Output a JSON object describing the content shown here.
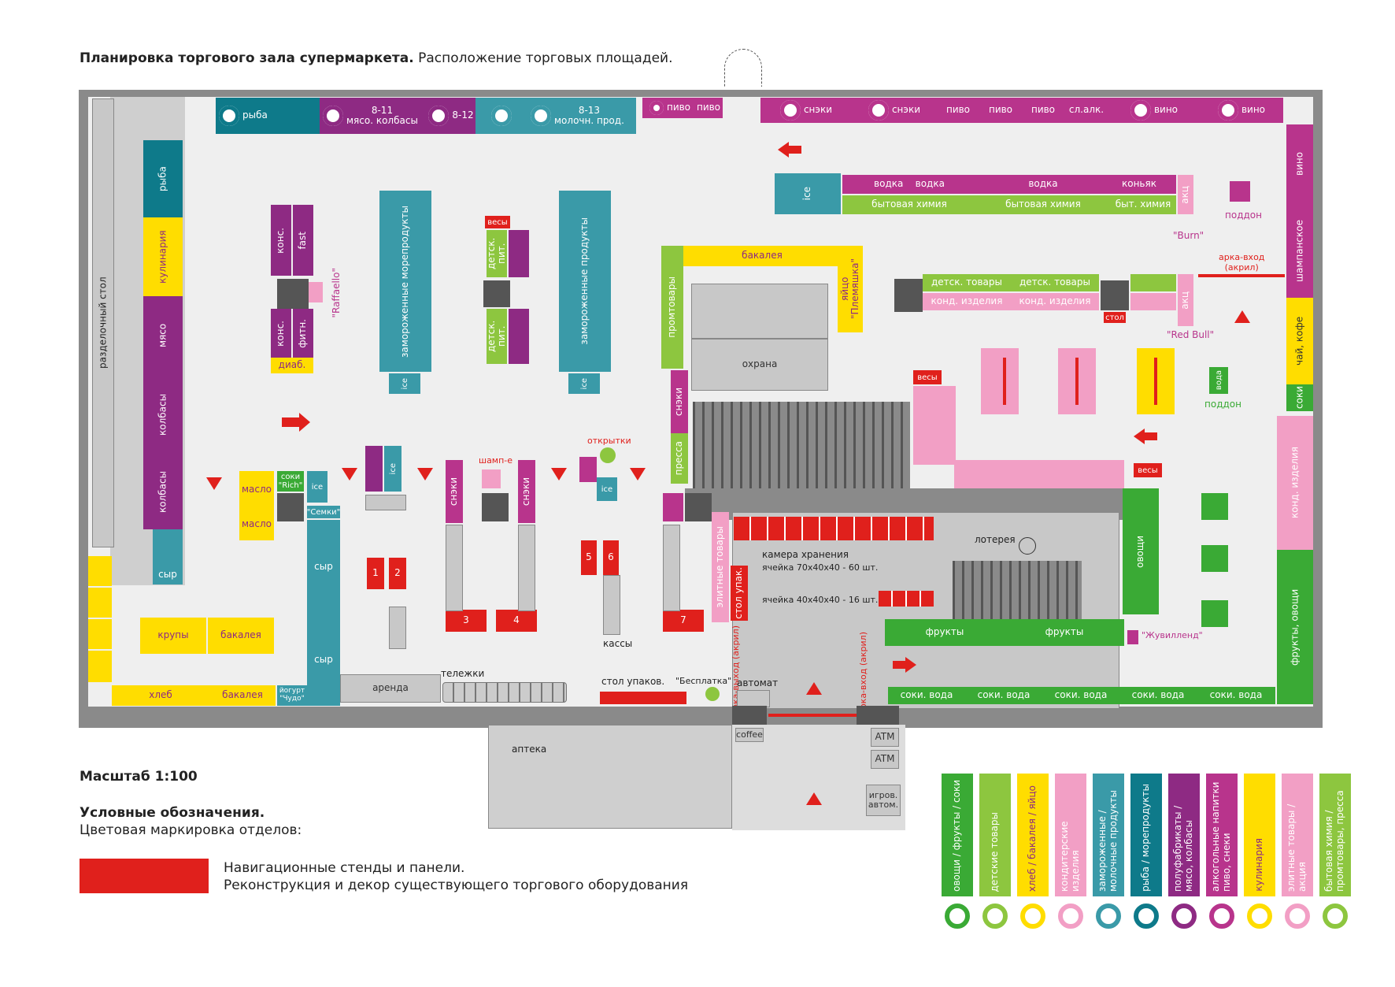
{
  "title_bold": "Планировка торгового зала супермаркета.",
  "title_rest": " Расположение торговых площадей.",
  "scale": "Масштаб 1:100",
  "legend_title": "Условные обозначения.",
  "legend_subtitle": "Цветовая маркировка отделов:",
  "nav_note_1": "Навигационные стенды и панели.",
  "nav_note_2": "Реконструкция и декор существующего торгового оборудования",
  "colors": {
    "green": "#3aaa35",
    "lightgreen": "#8dc63f",
    "yellow": "#ffdd00",
    "pink": "#f29fc5",
    "teal": "#3a9aa8",
    "darkteal": "#0e7a8a",
    "purple": "#8e2a83",
    "magenta": "#b8348c",
    "red": "#e0201c"
  },
  "legend": [
    {
      "label": "овощи / фрукты / соки",
      "color": "#3aaa35",
      "icon": "leaf-icon"
    },
    {
      "label": "детские товары",
      "color": "#8dc63f",
      "icon": "cross-icon"
    },
    {
      "label": "хлеб / бакалея / яйцо",
      "color": "#ffdd00",
      "icon": "j-icon"
    },
    {
      "label": "кондитерские изделия",
      "color": "#f29fc5",
      "icon": "swirl-icon"
    },
    {
      "label": "замороженные / молочные продукты",
      "color": "#3a9aa8",
      "icon": "snowflake-icon"
    },
    {
      "label": "рыба / морепродукты",
      "color": "#0e7a8a",
      "icon": "target-icon"
    },
    {
      "label": "полуфабрикаты / мясо, колбасы",
      "color": "#8e2a83",
      "icon": "cubes-icon"
    },
    {
      "label": "алкогольные напитки пиво, снеки",
      "color": "#b8348c",
      "icon": "spiral-icon"
    },
    {
      "label": "кулинария",
      "color": "#ffdd00",
      "icon": "flower-icon"
    },
    {
      "label": "элитные товары / акция",
      "color": "#f29fc5",
      "icon": "bottle-icon"
    },
    {
      "label": "бытовая химия / промтовары, пресса",
      "color": "#8dc63f",
      "icon": "ring-icon"
    }
  ],
  "labels": {
    "fish_top": "рыба",
    "meat_1": "8-11",
    "meat_1b": "мясо. колбасы",
    "meat_2": "8-12",
    "dairy": "8-13",
    "dairy_b": "молочн. прод.",
    "beer": "пиво",
    "snacks": "снэки",
    "sl_alk": "сл.алк.",
    "wine": "вино",
    "vodka": "водка",
    "cognac": "коньяк",
    "chem": "бытовая химия",
    "chem_short": "быт. химия",
    "ice": "ice",
    "akc": "акц",
    "burn": "\"Burn\"",
    "poddon": "поддон",
    "wine_v": "вино",
    "champagne": "шампанское",
    "tea": "чай, кофе",
    "juice_v": "соки",
    "arch_in": "арка-вход",
    "arch_in_b": "(акрил)",
    "kids": "детск. товары",
    "konditer": "конд. изделия",
    "stol": "стол",
    "redbull": "\"Red Bull\"",
    "water": "вода",
    "konditer_v": "конд. изделия",
    "veg_fruit": "фрукты, овощи",
    "cutting_table": "разделочный стол",
    "fish_v": "рыба",
    "kulinaria": "кулинария",
    "meat_v": "мясо",
    "kolbasy": "колбасы",
    "cheese": "сыр",
    "kons": "конс.",
    "fast": "fast",
    "fitn": "фитн.",
    "diab": "диаб.",
    "raffaello": "\"Raffaello\"",
    "frozen_sea": "замороженные морепродукты",
    "frozen": "замороженные продукты",
    "vesy": "весы",
    "det_pit": "детск. пит.",
    "bakaleya": "бакалея",
    "promtovary": "промтовары",
    "eggs": "яйцо \"Племяшка\"",
    "ohrana": "охрана",
    "pressa": "пресса",
    "maslo": "масло",
    "soki_rich": "соки \"Rich\"",
    "semki": "\"Семки\"",
    "shamp": "шамп-е",
    "otkrytki": "открытки",
    "kassy": "кассы",
    "krupy": "крупы",
    "hleb": "хлеб",
    "yogurt": "йогурт \"Чудо\"",
    "arenda": "аренда",
    "telezhki": "тележки",
    "stol_upak": "стол упаков.",
    "besplatka": "\"Бесплатка\"",
    "avtomat": "автомат",
    "elite": "элитные товары",
    "stol_upak_v": "стол упак.",
    "arch_out": "арка-выход (акрил)",
    "arch_in_v": "арка-вход (акрил)",
    "storage": "камера хранения",
    "cell_1": "ячейка 70х40х40 - 60 шт.",
    "cell_2": "ячейка 40х40х40 - 16 шт.",
    "lottery": "лотерея",
    "fruits": "фрукты",
    "zhuvilend": "\"Жувилленд\"",
    "vegetables": "овощи",
    "juice_water": "соки. вода",
    "pharmacy": "аптека",
    "coffee": "coffee",
    "atm": "ATM",
    "games": "игров. автом.",
    "n1": "1",
    "n2": "2",
    "n3": "3",
    "n4": "4",
    "n5": "5",
    "n6": "6",
    "n7": "7"
  }
}
